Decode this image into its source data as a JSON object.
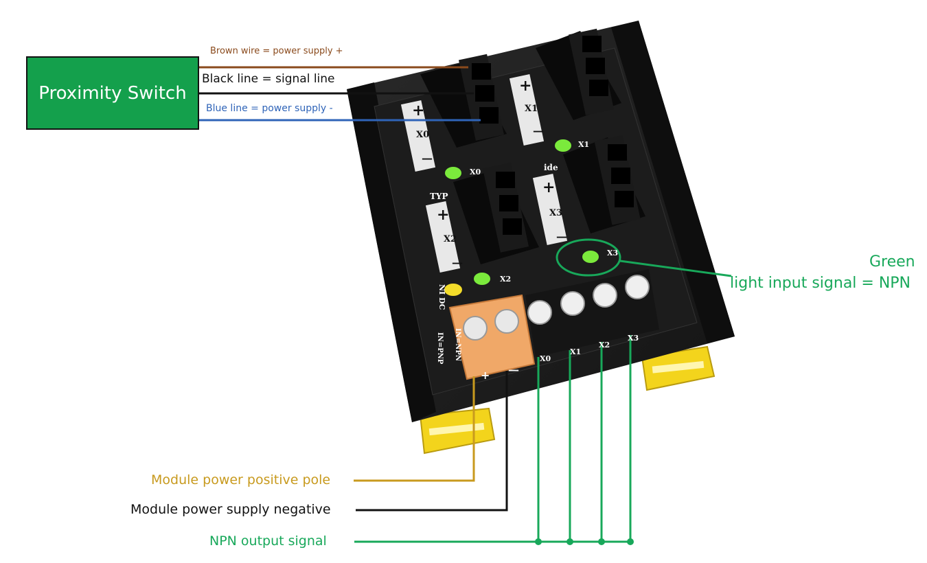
{
  "device_block": {
    "label": "Proximity Switch",
    "color": "#14a04c"
  },
  "wires": {
    "brown": {
      "label": "Brown wire = power supply +",
      "color": "#8a4a1c"
    },
    "black": {
      "label": "Black line = signal line",
      "color": "#111111"
    },
    "blue": {
      "label": "Blue line = power supply -",
      "color": "#2f64b8"
    }
  },
  "module": {
    "channels": [
      "X0",
      "X1",
      "X2",
      "X3"
    ],
    "plus": "+",
    "minus": "—",
    "led_tag": "NI DC",
    "mode_labels": [
      "IN=PNP",
      "IN=NPN"
    ],
    "power_terminal": [
      "+",
      "—"
    ],
    "silk_fragments": [
      "TYP",
      "ide"
    ]
  },
  "callouts": {
    "green_light": {
      "line1": "Green",
      "line2": "light input signal = NPN",
      "color": "#18a85a"
    },
    "power_positive": {
      "label": "Module power positive pole",
      "color": "#c89a1e"
    },
    "power_negative": {
      "label": "Module power supply negative",
      "color": "#111111"
    },
    "npn_output": {
      "label": "NPN output signal",
      "color": "#18a85a"
    }
  }
}
